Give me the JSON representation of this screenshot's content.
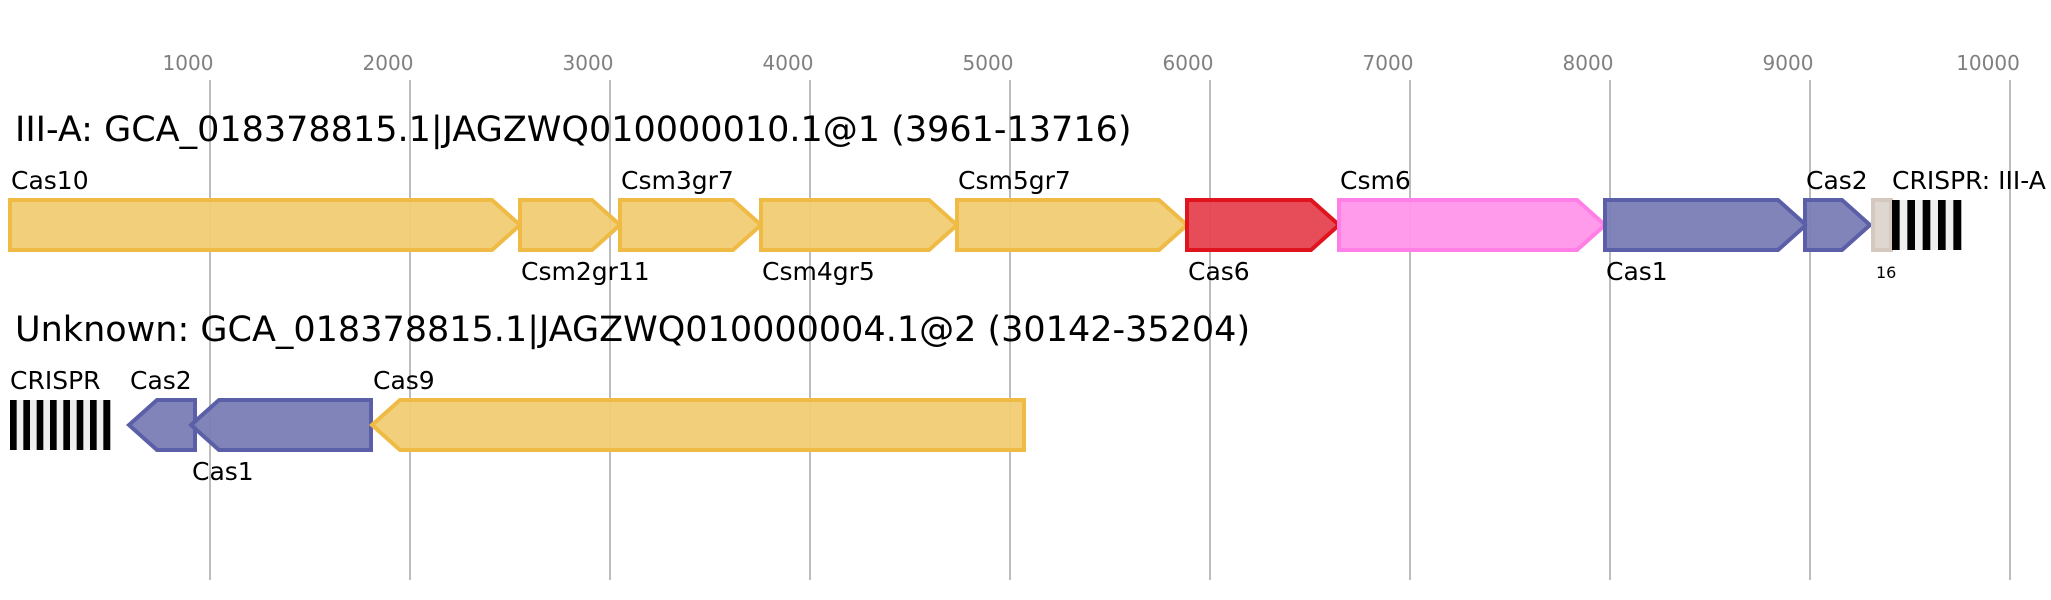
{
  "axis": {
    "ticks": [
      1000,
      2000,
      3000,
      4000,
      5000,
      6000,
      7000,
      8000,
      9000,
      10000
    ],
    "range": [
      0,
      10000
    ]
  },
  "colors": {
    "yellow": {
      "fill": "#f1cc74",
      "stroke": "#efbb45"
    },
    "red": {
      "fill": "#e5434f",
      "stroke": "#e0141e"
    },
    "pink": {
      "fill": "#ff96e9",
      "stroke": "#ff7fe6"
    },
    "blue": {
      "fill": "#7a7db5",
      "stroke": "#5b5fa8"
    },
    "tan": {
      "fill": "#dcd4cf",
      "stroke": "#d4c8bf"
    }
  },
  "loci": [
    {
      "title": "III-A: GCA_018378815.1|JAGZWQ010000010.1@1 (3961-13716)",
      "genes": [
        {
          "name": "Cas10",
          "start": 0,
          "end": 2550,
          "strand": "+",
          "color": "yellow",
          "label_pos": "above"
        },
        {
          "name": "Csm2gr11",
          "start": 2550,
          "end": 3050,
          "strand": "+",
          "color": "yellow",
          "label_pos": "below"
        },
        {
          "name": "Csm3gr7",
          "start": 3050,
          "end": 3755,
          "strand": "+",
          "color": "yellow",
          "label_pos": "above"
        },
        {
          "name": "Csm4gr5",
          "start": 3755,
          "end": 4735,
          "strand": "+",
          "color": "yellow",
          "label_pos": "below"
        },
        {
          "name": "Csm5gr7",
          "start": 4735,
          "end": 5885,
          "strand": "+",
          "color": "yellow",
          "label_pos": "above"
        },
        {
          "name": "Cas6",
          "start": 5885,
          "end": 6645,
          "strand": "+",
          "color": "red",
          "label_pos": "below"
        },
        {
          "name": "Csm6",
          "start": 6645,
          "end": 7975,
          "strand": "+",
          "color": "pink",
          "label_pos": "above"
        },
        {
          "name": "Cas1",
          "start": 7975,
          "end": 8980,
          "strand": "+",
          "color": "blue",
          "label_pos": "below"
        },
        {
          "name": "Cas2",
          "start": 8975,
          "end": 9300,
          "strand": "+",
          "color": "blue",
          "label_pos": "above"
        },
        {
          "name": "",
          "start": 9315,
          "end": 9405,
          "strand": "none",
          "color": "tan",
          "label_pos": "none"
        }
      ],
      "crispr": {
        "label": "CRISPR: III-A",
        "start": 9410,
        "end": 9755,
        "stripes": 9,
        "count_label": "16"
      }
    },
    {
      "title": "Unknown: GCA_018378815.1|JAGZWQ010000004.1@2 (30142-35204)",
      "genes": [
        {
          "name": "Cas2",
          "start": 595,
          "end": 925,
          "strand": "-",
          "color": "blue",
          "label_pos": "above"
        },
        {
          "name": "Cas1",
          "start": 905,
          "end": 1805,
          "strand": "-",
          "color": "blue",
          "label_pos": "below"
        },
        {
          "name": "Cas9",
          "start": 1810,
          "end": 5070,
          "strand": "-",
          "color": "yellow",
          "label_pos": "above"
        }
      ],
      "crispr": {
        "label": "CRISPR",
        "start": 0,
        "end": 500,
        "stripes": 15,
        "count_label": ""
      }
    }
  ]
}
